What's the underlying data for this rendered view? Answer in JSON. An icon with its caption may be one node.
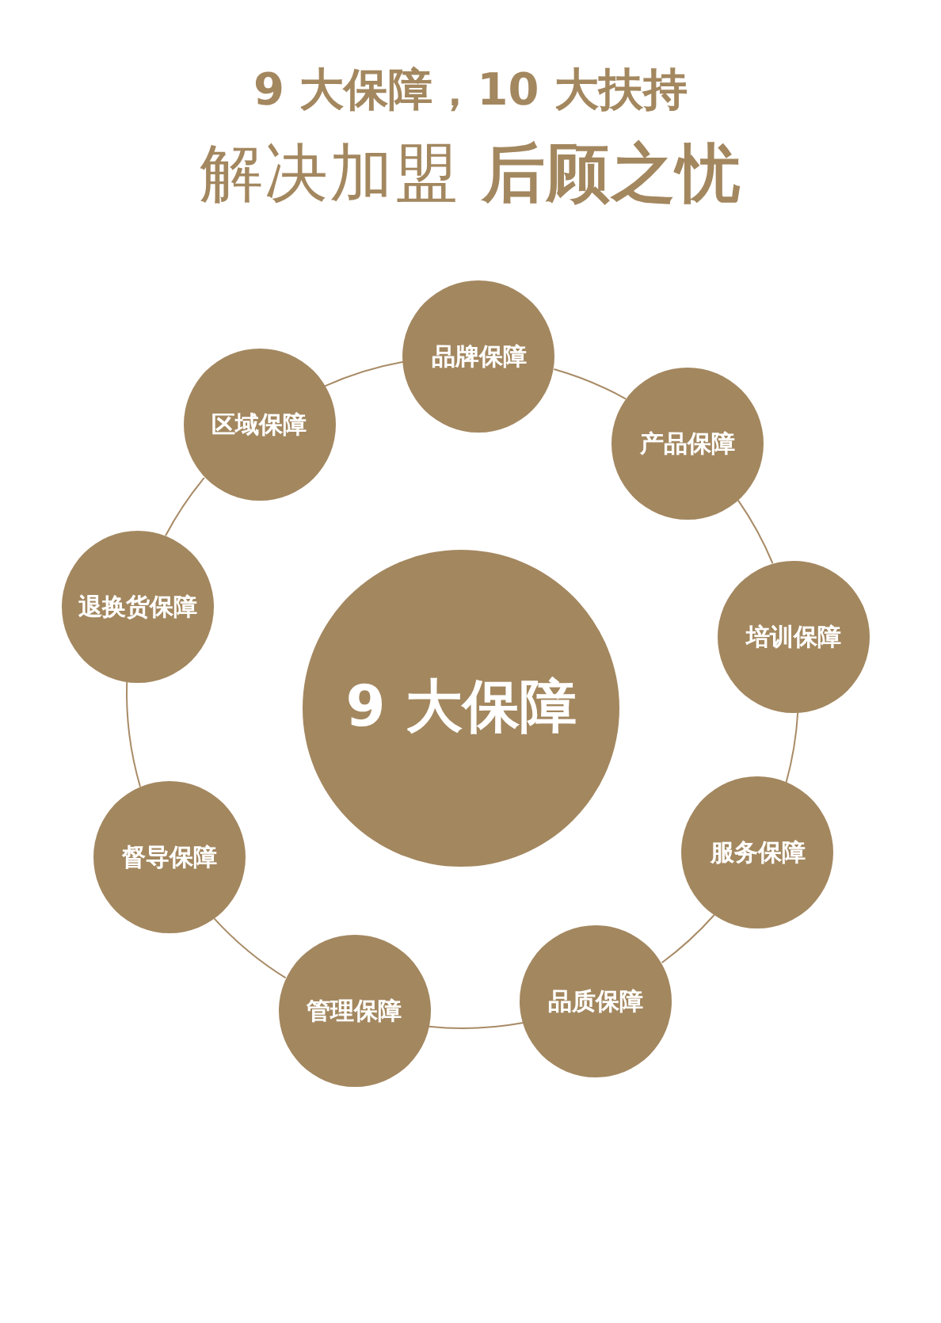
{
  "diagram": {
    "title": "9 大保障，10 大扶持",
    "nodes": [
      {
        "text": [
          "9 大保障"
        ]
      },
      {
        "text": [
          "品牌保障"
        ]
      },
      {
        "text": [
          "产品保障"
        ]
      },
      {
        "text": [
          "培训保障"
        ]
      },
      {
        "text": [
          "服务保障"
        ]
      },
      {
        "text": [
          "品质保障"
        ]
      },
      {
        "text": [
          "管理保障"
        ]
      },
      {
        "text": [
          "督导保障"
        ]
      },
      {
        "text": [
          "退换货保障"
        ]
      },
      {
        "text": [
          "区域保障"
        ]
      }
    ],
    "edges": [
      {
        "from": 1,
        "to": 2,
        "arrow": "none"
      },
      {
        "from": 2,
        "to": 3,
        "arrow": "none"
      },
      {
        "from": 3,
        "to": 4,
        "arrow": "none"
      },
      {
        "from": 4,
        "to": 5,
        "arrow": "none"
      },
      {
        "from": 5,
        "to": 6,
        "arrow": "none"
      },
      {
        "from": 6,
        "to": 7,
        "arrow": "none"
      },
      {
        "from": 7,
        "to": 8,
        "arrow": "none"
      },
      {
        "from": 8,
        "to": 9,
        "arrow": "none"
      },
      {
        "from": 9,
        "to": 1,
        "arrow": "none"
      }
    ],
    "labels": [
      "解决加盟 **后顾之忧**"
    ]
  }
}
